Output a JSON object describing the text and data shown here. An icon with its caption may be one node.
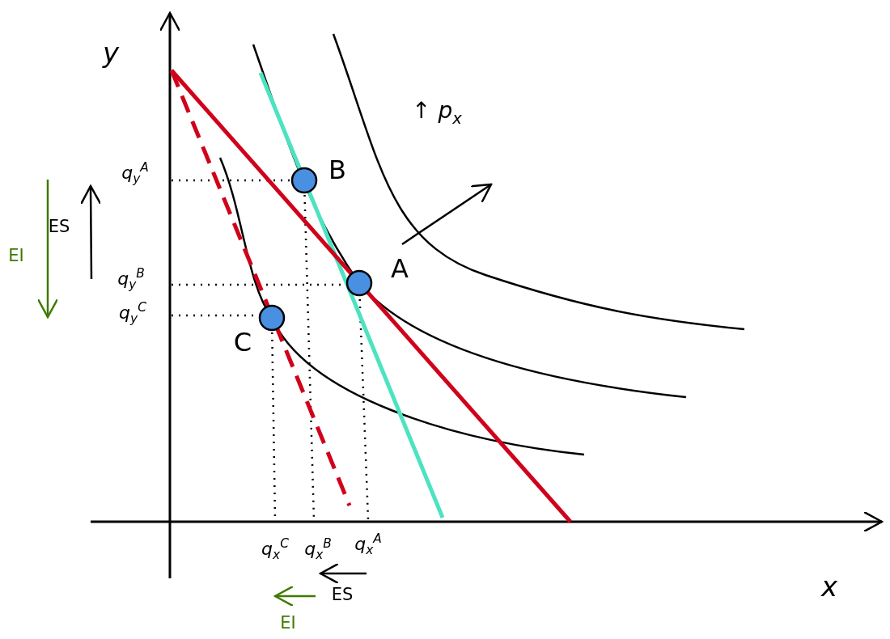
{
  "diagram": {
    "labels": [
      "y",
      "↑ *p*$_{x}$",
      "*q*$_{y}$$^{A}$",
      "B",
      "ES",
      "EI",
      "*q*$_{y}$$^{B}$",
      "A",
      "*q*$_{y}$$^{C}$",
      "C",
      "*q*$_{x}$$^{C}$",
      "*q*$_{x}$$^{B}$",
      "*q*$_{x}$$^{A}$",
      "ES",
      "x",
      "EI"
    ]
  }
}
